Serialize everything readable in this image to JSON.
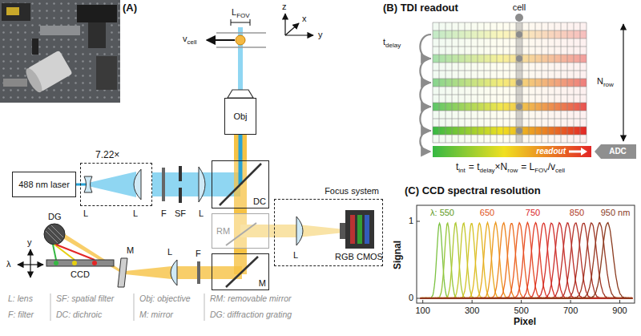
{
  "diagram": {
    "nodes": [
      {
        "text": [
          "488 nm laser"
        ]
      },
      {
        "text": [
          "7.22×"
        ]
      },
      {
        "text": [
          "Obj"
        ]
      },
      {
        "text": [
          "DC"
        ]
      },
      {
        "text": [
          "RM"
        ]
      },
      {
        "text": [
          "M"
        ]
      },
      {
        "text": [
          "Focus system"
        ]
      },
      {
        "text": [
          "readout"
        ]
      },
      {
        "text": [
          "ADC"
        ]
      }
    ],
    "edges": [
      {
        "from": 0,
        "to": 1,
        "arrow": "none"
      },
      {
        "from": 1,
        "to": 3,
        "arrow": "none"
      },
      {
        "from": 3,
        "to": 2,
        "arrow": "none"
      },
      {
        "from": 3,
        "to": 4,
        "arrow": "none"
      },
      {
        "from": 4,
        "to": 5,
        "arrow": "none"
      },
      {
        "from": 4,
        "to": 6,
        "arrow": "none"
      }
    ],
    "labels": [
      "(A)",
      "z",
      "x",
      "y",
      "L",
      "FOV",
      "v",
      "cell",
      "L",
      "L",
      "F",
      "SF",
      "L",
      "L",
      "RGB CMOS",
      "DG",
      "λ",
      "y",
      "CCD",
      "M",
      "L",
      "F",
      "L: lens",
      "F: filter",
      "SF: spatial filter",
      "DC: dichroic",
      "Obj: objective",
      "M: mirror",
      "RM: removable mirror",
      "DG: diffraction grating",
      "(B) TDI readout",
      "cell",
      "t",
      "delay",
      "N",
      "row",
      "t",
      "int",
      "= t",
      "delay",
      "×N",
      "row",
      "= L",
      "FOV",
      "/v",
      "cell",
      "(C) CCD spectral resolution",
      "λ: 550",
      "650",
      "750",
      "850",
      "950 nm",
      "1",
      "0",
      "Signal",
      "100",
      "300",
      "500",
      "700",
      "900",
      "Pixel"
    ]
  }
}
